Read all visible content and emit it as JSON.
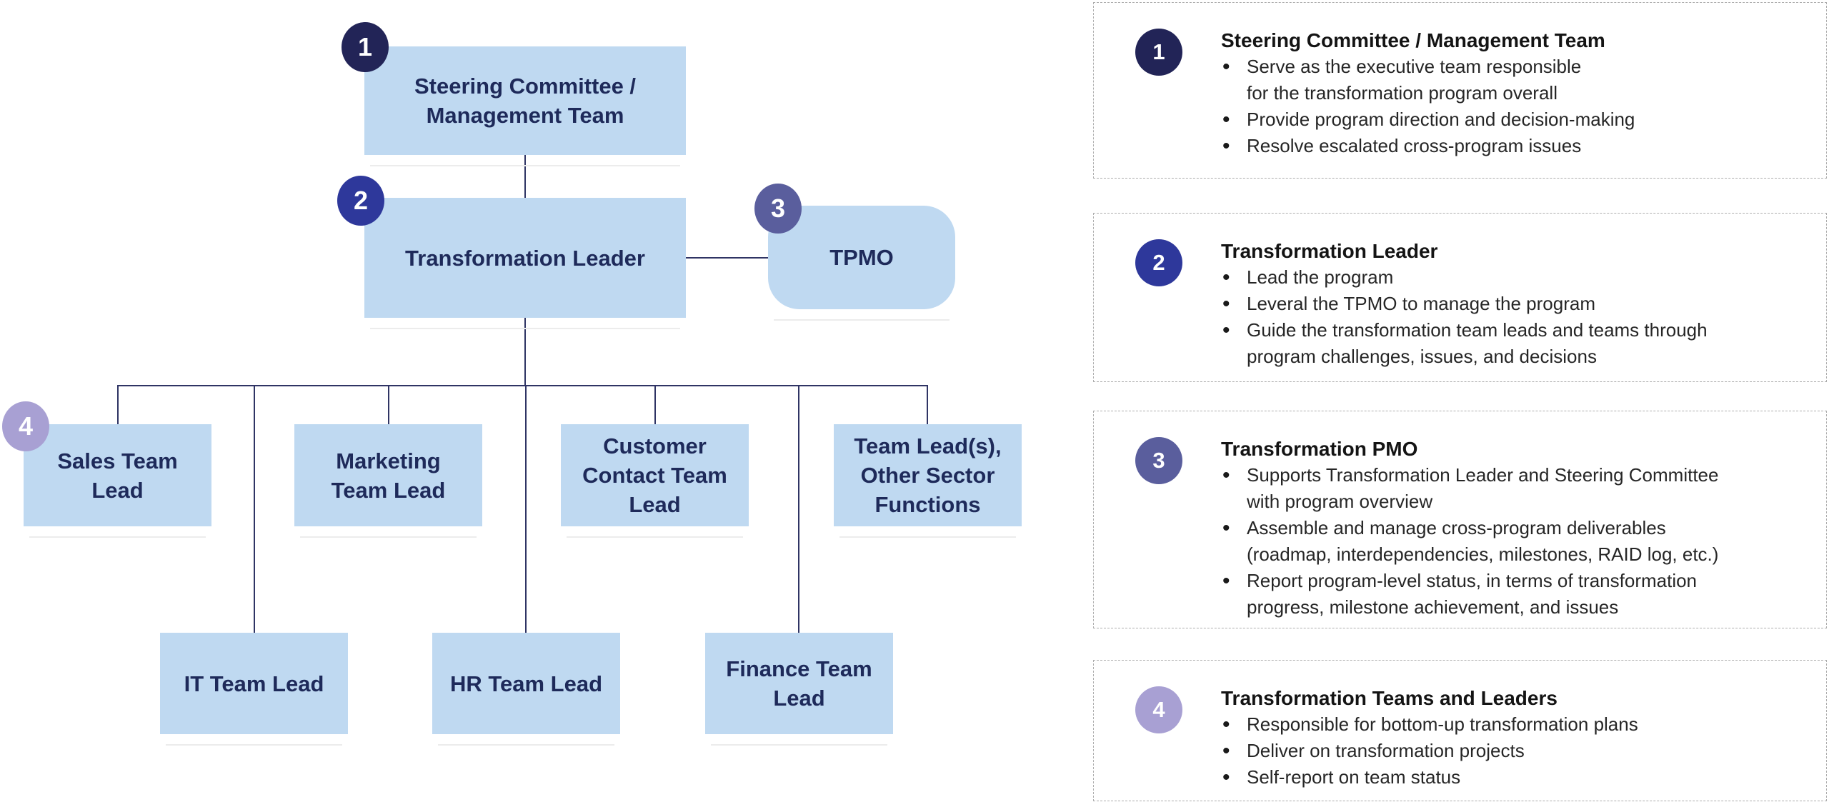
{
  "diagram": {
    "nodes": {
      "steering": {
        "badge": "1",
        "label": "Steering Committee /\nManagement Team"
      },
      "leader": {
        "badge": "2",
        "label": "Transformation Leader"
      },
      "tpmo": {
        "badge": "3",
        "label": "TPMO"
      },
      "sales": {
        "badge": "4",
        "label": "Sales Team\nLead"
      },
      "marketing": {
        "label": "Marketing\nTeam Lead"
      },
      "customer": {
        "label": "Customer\nContact Team\nLead"
      },
      "other": {
        "label": "Team Lead(s),\nOther Sector\nFunctions"
      },
      "it": {
        "label": "IT Team Lead"
      },
      "hr": {
        "label": "HR Team Lead"
      },
      "finance": {
        "label": "Finance Team\nLead"
      }
    }
  },
  "legend": {
    "cards": [
      {
        "badge": "1",
        "title": "Steering Committee / Management Team",
        "bullets": [
          "Serve as the executive team responsible\nfor the transformation program overall",
          "Provide program direction and decision-making",
          "Resolve escalated cross-program issues"
        ]
      },
      {
        "badge": "2",
        "title": "Transformation Leader",
        "bullets": [
          "Lead the program",
          "Leveral the TPMO to manage the program",
          "Guide the transformation team leads and teams through\nprogram challenges, issues, and decisions"
        ]
      },
      {
        "badge": "3",
        "title": "Transformation PMO",
        "bullets": [
          "Supports Transformation Leader and Steering Committee\nwith program overview",
          "Assemble and manage cross-program deliverables\n(roadmap, interdependencies, milestones, RAID log, etc.)",
          "Report program-level status, in terms of transformation\nprogress, milestone achievement, and issues"
        ]
      },
      {
        "badge": "4",
        "title": "Transformation Teams and Leaders",
        "bullets": [
          "Responsible for bottom-up transformation plans",
          "Deliver on transformation projects",
          "Self-report on team status"
        ]
      }
    ]
  },
  "colors": {
    "box_fill": "#BFD9F1",
    "node_text": "#1E2A5A",
    "connector": "#2F3464",
    "badge_navy": "#222457",
    "badge_indigo": "#2E389B",
    "badge_slate": "#5A5E9D",
    "badge_lavender": "#A8A0D3",
    "card_border": "#ADADAD",
    "legend_title": "#141414",
    "legend_text": "#262626"
  }
}
